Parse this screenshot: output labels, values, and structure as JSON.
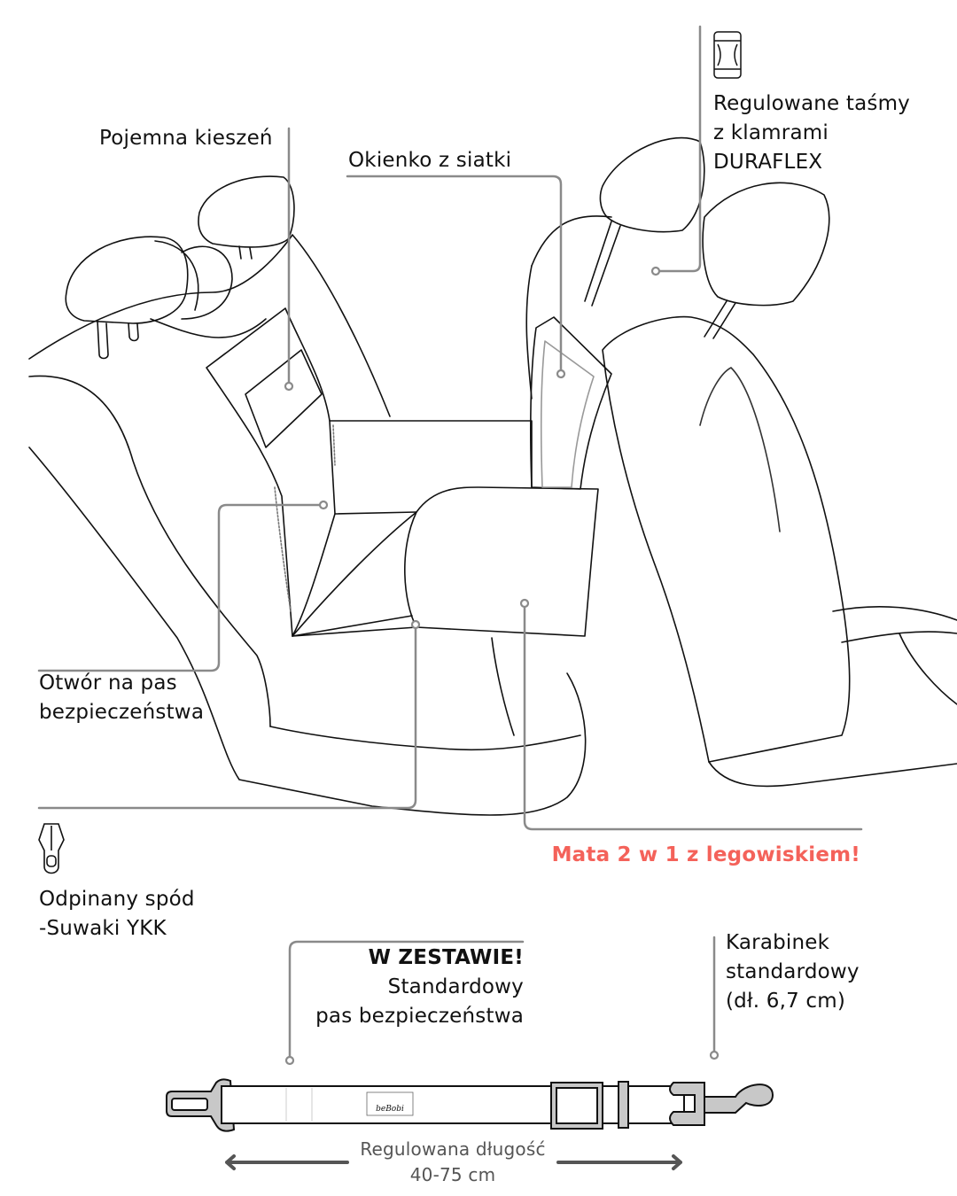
{
  "labels": {
    "pocket": "Pojemna kieszeń",
    "mesh_window": "Okienko z siatki",
    "straps_line1": "Regulowane taśmy",
    "straps_line2": "z klamrami",
    "straps_line3": "DURAFLEX",
    "belt_hole_line1": "Otwór na pas",
    "belt_hole_line2": "bezpieczeństwa",
    "bottom_line1": "Odpinany spód",
    "bottom_line2": "-Suwaki YKK",
    "mat_headline": "Mata 2 w 1 z legowiskiem!",
    "set_line1": "W ZESTAWIE!",
    "set_line2": "Standardowy",
    "set_line3": "pas bezpieczeństwa",
    "carabiner_line1": "Karabinek",
    "carabiner_line2": "standardowy",
    "carabiner_line3": "(dł. 6,7 cm)",
    "length_line1": "Regulowana długość",
    "length_line2": "40-75 cm"
  },
  "colors": {
    "accent": "#f4625a",
    "callout": "#8a8a8a",
    "ink": "#111111"
  },
  "icons": [
    "buckle-icon",
    "zipper-icon",
    "brand-logo"
  ]
}
